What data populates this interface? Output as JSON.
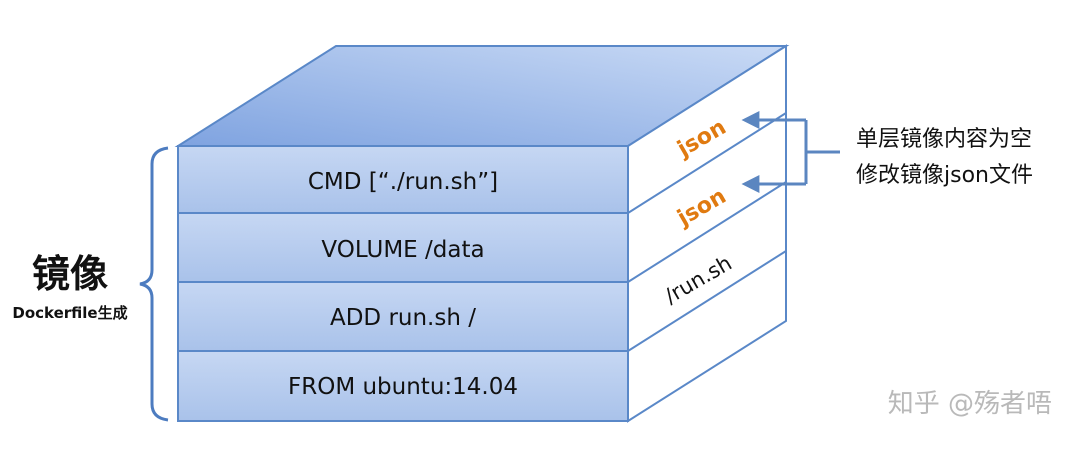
{
  "layers": [
    {
      "label": "CMD [“./run.sh”]",
      "side": "json"
    },
    {
      "label": "VOLUME /data",
      "side": "json"
    },
    {
      "label": "ADD run.sh /",
      "side": "/run.sh"
    },
    {
      "label": "FROM ubuntu:14.04",
      "side": ""
    }
  ],
  "image_label": {
    "title": "镜像",
    "subtitle": "Dockerfile生成"
  },
  "annotation": {
    "line1": "单层镜像内容为空",
    "line2": "修改镜像json文件"
  },
  "watermark": "知乎 @殇者唔",
  "colors": {
    "layer_front": "#b8cdf0",
    "top_face": "#8eb0e6",
    "edge": "#5a88c8",
    "json_text": "#e07a10",
    "arrow": "#5b86c0",
    "bracket": "#4d7cc0"
  }
}
